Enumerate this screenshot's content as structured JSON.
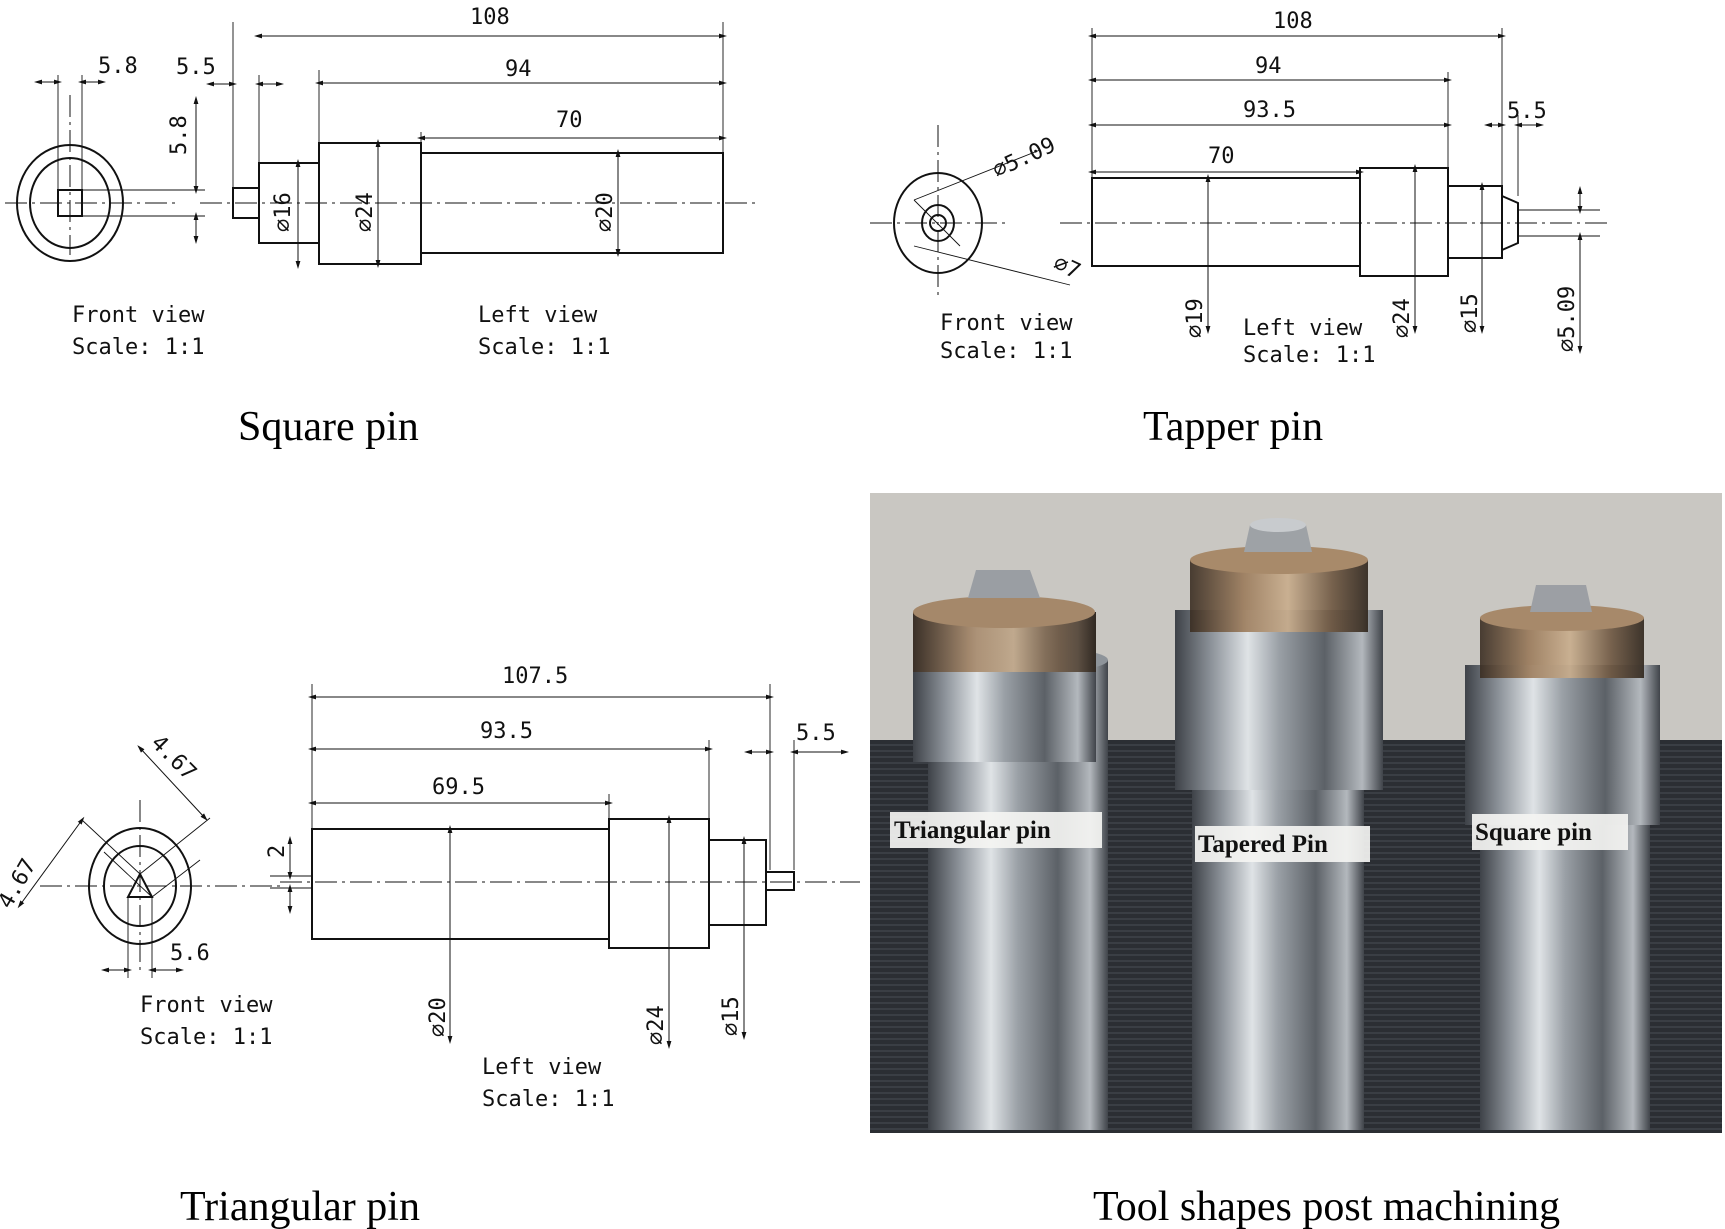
{
  "captions": {
    "square": "Square pin",
    "taper": "Tapper pin",
    "triangular": "Triangular pin",
    "photo": "Tool shapes post machining"
  },
  "square_pin": {
    "front_view_label": "Front view",
    "left_view_label": "Left view",
    "scale_label": "Scale:  1:1",
    "dims": {
      "overall": "108",
      "body_pins": "94",
      "shank": "70",
      "pin_len": "5.5",
      "pin_w": "5.8",
      "pin_h": "5.8",
      "d16": "⌀16",
      "d24": "⌀24",
      "d20": "⌀20"
    }
  },
  "taper_pin": {
    "front_view_label": "Front view",
    "left_view_label": "Left view",
    "scale_label": "Scale:  1:1",
    "dims": {
      "overall": "108",
      "d94": "94",
      "d935": "93.5",
      "shank": "70",
      "pin_len": "5.5",
      "d509a": "⌀5.09",
      "d7": "⌀7",
      "d19": "⌀19",
      "d24": "⌀24",
      "d15": "⌀15",
      "d509b": "⌀5.09"
    }
  },
  "tri_pin": {
    "front_view_label": "Front view",
    "left_view_label": "Left view",
    "scale_label": "Scale:  1:1",
    "dims": {
      "overall": "107.5",
      "d935": "93.5",
      "shank": "69.5",
      "pin_len": "5.5",
      "offset": "2",
      "side_a": "4.67",
      "side_b": "4.67",
      "base": "5.6",
      "d20": "⌀20",
      "d24": "⌀24",
      "d15": "⌀15"
    }
  },
  "photo": {
    "labels": [
      "Triangular pin",
      "Tapered Pin",
      "Square pin"
    ]
  }
}
